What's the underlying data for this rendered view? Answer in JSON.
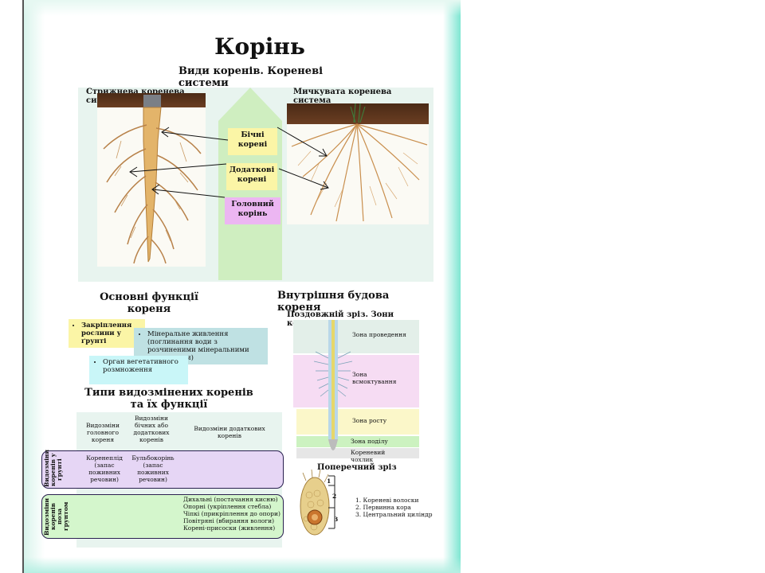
{
  "title": "Корінь",
  "root_systems": {
    "heading": "Види коренів. Кореневі системи",
    "taproot_label": "Стрижнева коренева система",
    "fibrous_label": "Мичкувата коренева система",
    "lateral": "Бічні корені",
    "adventitious": "Додаткові корені",
    "main": "Головний корінь"
  },
  "functions": {
    "heading": "Основні функції кореня",
    "items": [
      "Закріплення рослини у ґрунті",
      "Мінеральне живлення (поглинання води з розчиненими мінеральними речовинами)",
      "Орган вегетативного розмноження"
    ]
  },
  "structure": {
    "heading": "Внутрішня будова кореня",
    "longitudinal": "Поздовжній зріз. Зони кореня",
    "zones": [
      {
        "name": "Зона проведення",
        "color": "#e3efe9"
      },
      {
        "name": "Зона всмоктування",
        "color": "#f6dcf3"
      },
      {
        "name": "Зона росту",
        "color": "#fbf7c9"
      },
      {
        "name": "Зона поділу",
        "color": "#ccf2c0"
      },
      {
        "name": "Кореневий чохлик",
        "color": "#e6e6e6"
      }
    ],
    "cross_section": "Поперечний зріз",
    "markers": [
      "1",
      "2",
      "3"
    ],
    "legend": [
      "1. Кореневі волоски",
      "2. Первинна кора",
      "3. Центральний циліндр"
    ]
  },
  "modifications": {
    "heading": "Типи видозмінених коренів та їх функції",
    "columns": [
      "Видозміни головного кореня",
      "Видозміни бічних або додаткових коренів",
      "Видозміни додаткових коренів"
    ],
    "underground": {
      "label": "Видозміни коренів у ґрунті",
      "cells": [
        "Коренеплід (запас поживних речовин)",
        "Бульбокорінь (запас поживних речовин)",
        ""
      ]
    },
    "aboveground": {
      "label": "Видозміни коренів поза ґрунтом",
      "cells": [
        "",
        "",
        ""
      ],
      "list": [
        "Дихальні (постачання кисню)",
        "Опорні (укріплення стебла)",
        "Чіпкі (прикріплення до опори)",
        "Повітряні (вбирання вологи)",
        "Корені-присоски (живлення)"
      ]
    }
  },
  "colors": {
    "box_yellow": "#fbf5a6",
    "box_pink": "#ecb6f2",
    "arrow_green": "#cfeec0",
    "functions_blue": "#bfe1e3",
    "functions_cyan": "#c9f6f8",
    "underground_row": "#e6d6f5",
    "aboveground_row": "#d4f6cc"
  }
}
